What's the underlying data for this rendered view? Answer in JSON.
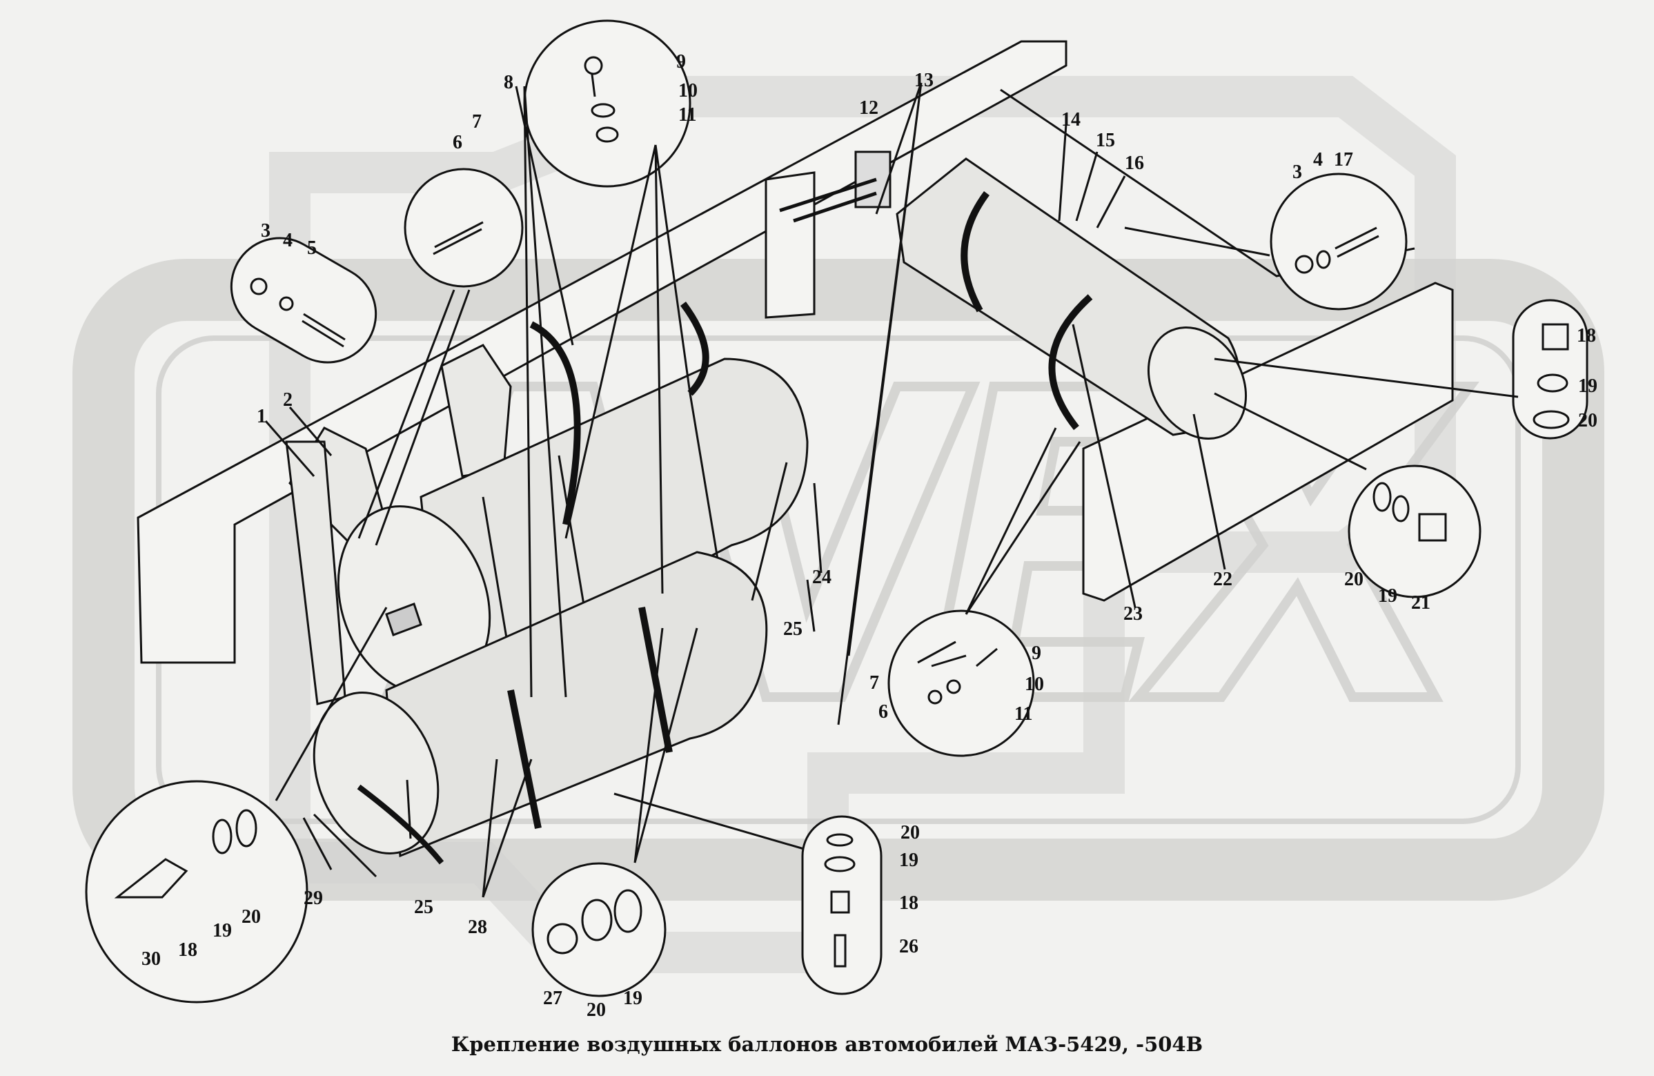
{
  "title": "Крепление воздушных баллонов  автомобилей МАЗ-5429, -504В",
  "watermark": "AVEX",
  "colors": {
    "background": "#f2f2f0",
    "watermark": "#d2d2cf",
    "ink": "#111111",
    "tank_fill": "#e6e6e3"
  },
  "callouts": [
    {
      "id": "c1",
      "text": "1"
    },
    {
      "id": "c2",
      "text": "2"
    },
    {
      "id": "c3a",
      "text": "3"
    },
    {
      "id": "c4a",
      "text": "4"
    },
    {
      "id": "c5",
      "text": "5"
    },
    {
      "id": "c6a",
      "text": "6"
    },
    {
      "id": "c7a",
      "text": "7"
    },
    {
      "id": "c8",
      "text": "8"
    },
    {
      "id": "c9a",
      "text": "9"
    },
    {
      "id": "c10a",
      "text": "10"
    },
    {
      "id": "c11a",
      "text": "11"
    },
    {
      "id": "c12",
      "text": "12"
    },
    {
      "id": "c13",
      "text": "13"
    },
    {
      "id": "c14",
      "text": "14"
    },
    {
      "id": "c15",
      "text": "15"
    },
    {
      "id": "c16",
      "text": "16"
    },
    {
      "id": "c3b",
      "text": "3"
    },
    {
      "id": "c4b",
      "text": "4"
    },
    {
      "id": "c17",
      "text": "17"
    },
    {
      "id": "c18a",
      "text": "18"
    },
    {
      "id": "c19a",
      "text": "19"
    },
    {
      "id": "c20a",
      "text": "20"
    },
    {
      "id": "c24",
      "text": "24"
    },
    {
      "id": "c25a",
      "text": "25"
    },
    {
      "id": "c22",
      "text": "22"
    },
    {
      "id": "c23",
      "text": "23"
    },
    {
      "id": "c20b",
      "text": "20"
    },
    {
      "id": "c19b",
      "text": "19"
    },
    {
      "id": "c21",
      "text": "21"
    },
    {
      "id": "c9b",
      "text": "9"
    },
    {
      "id": "c7b",
      "text": "7"
    },
    {
      "id": "c10b",
      "text": "10"
    },
    {
      "id": "c6b",
      "text": "6"
    },
    {
      "id": "c11b",
      "text": "11"
    },
    {
      "id": "c20c",
      "text": "20"
    },
    {
      "id": "c19c",
      "text": "19"
    },
    {
      "id": "c18b",
      "text": "18"
    },
    {
      "id": "c26",
      "text": "26"
    },
    {
      "id": "c29",
      "text": "29"
    },
    {
      "id": "c25b",
      "text": "25"
    },
    {
      "id": "c28",
      "text": "28"
    },
    {
      "id": "c30",
      "text": "30"
    },
    {
      "id": "c18c",
      "text": "18"
    },
    {
      "id": "c19d",
      "text": "19"
    },
    {
      "id": "c20d",
      "text": "20"
    },
    {
      "id": "c27",
      "text": "27"
    },
    {
      "id": "c20e",
      "text": "20"
    },
    {
      "id": "c19e",
      "text": "19"
    }
  ]
}
